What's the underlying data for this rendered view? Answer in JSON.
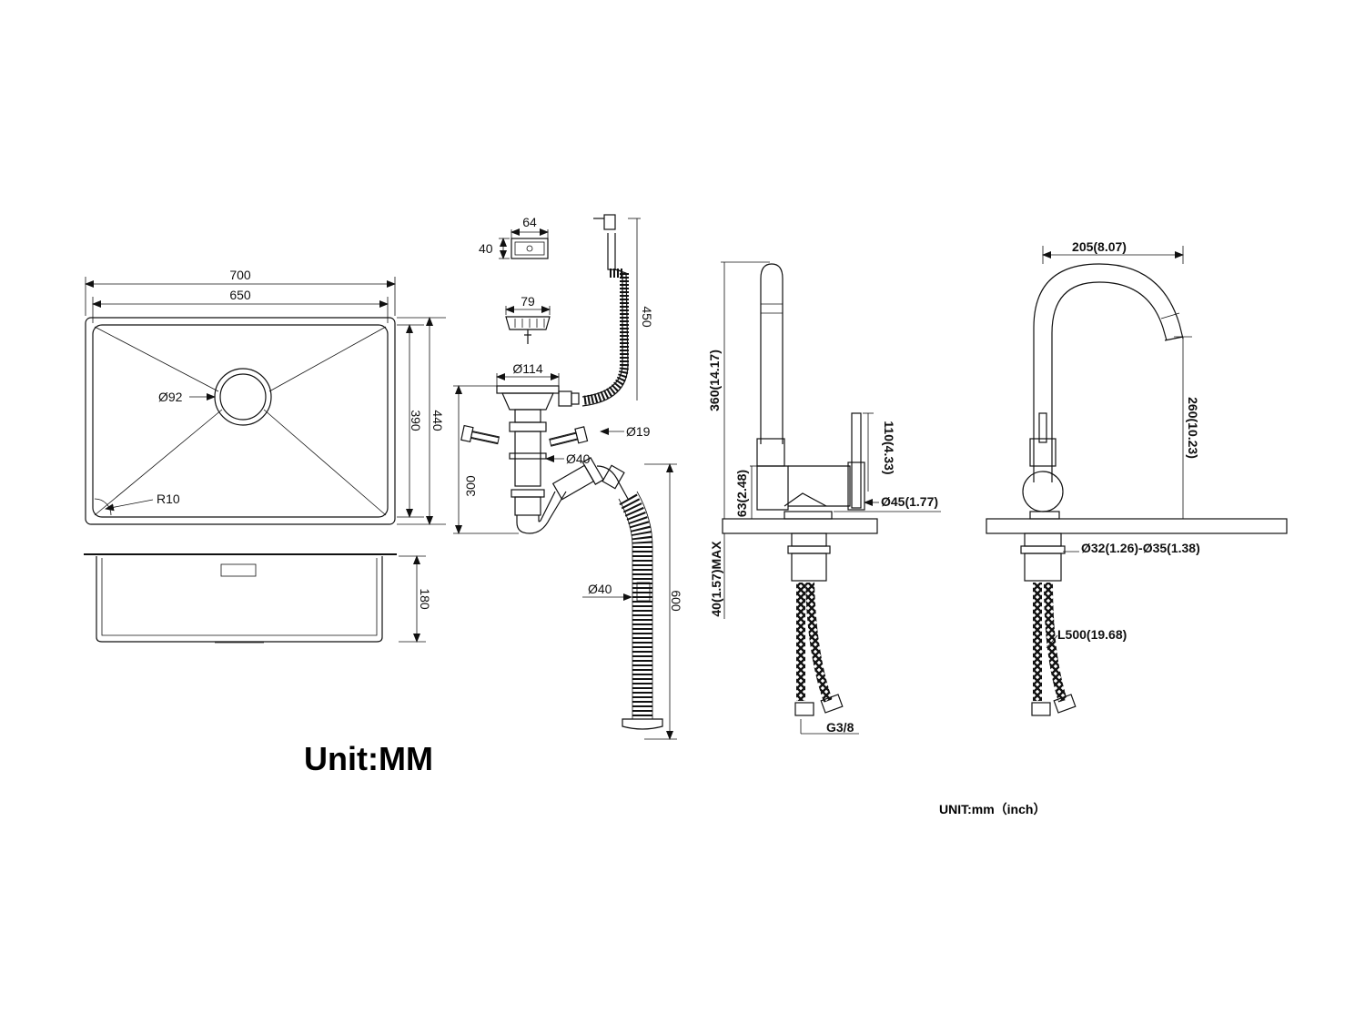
{
  "sink_top": {
    "outer_width": "700",
    "inner_width": "650",
    "outer_depth": "440",
    "inner_depth": "390",
    "drain_diameter": "Ø92",
    "corner_radius": "R10"
  },
  "sink_side": {
    "height": "180"
  },
  "strainer_parts": {
    "basket_width": "64",
    "basket_height": "40",
    "strainer_diameter": "79",
    "flange_diameter": "Ø114",
    "overflow_hose_length": "450",
    "overflow_diameter": "Ø19",
    "pipe_diameter": "Ø40",
    "trap_height": "300",
    "hose_diameter": "Ø40",
    "hose_length": "600"
  },
  "faucet_front": {
    "total_height": "360(14.17)",
    "handle_height": "110(4.33)",
    "base_height": "63(2.48)",
    "base_diameter": "Ø45(1.77)",
    "counter_thickness": "40(1.57)MAX",
    "thread": "G3/8"
  },
  "faucet_side": {
    "reach": "205(8.07)",
    "spout_height": "260(10.23)",
    "hole_diameter": "Ø32(1.26)-Ø35(1.38)",
    "hose_length": "L500(19.68)"
  },
  "labels": {
    "unit_big": "Unit:MM",
    "unit_note": "UNIT:mm（inch）"
  }
}
